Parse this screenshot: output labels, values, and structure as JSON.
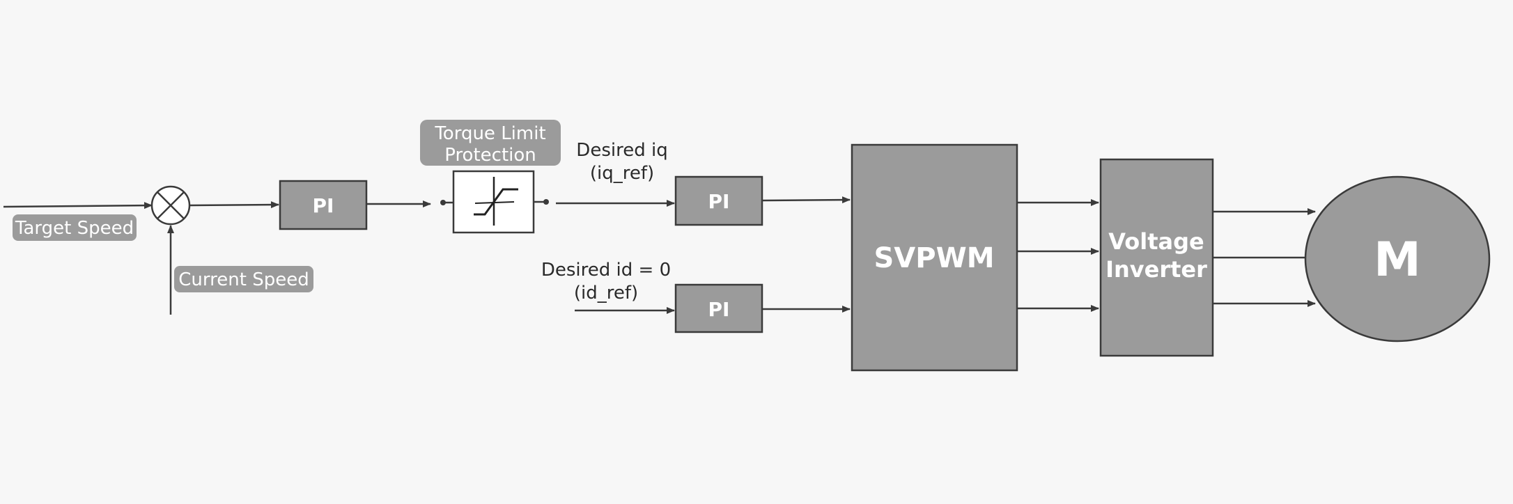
{
  "labels": {
    "target_speed": "Target Speed",
    "current_speed": "Current Speed",
    "torque_limit_line1": "Torque Limit",
    "torque_limit_line2": "Protection",
    "desired_iq_line1": "Desired iq",
    "desired_iq_line2": "(iq_ref)",
    "desired_id_line1": "Desired id = 0",
    "desired_id_line2": "(id_ref)"
  },
  "blocks": {
    "pi_speed": "PI",
    "pi_iq": "PI",
    "pi_id": "PI",
    "svpwm": "SVPWM",
    "inverter_line1": "Voltage",
    "inverter_line2": "Inverter",
    "motor": "M"
  },
  "colors": {
    "block_fill": "#9b9b9b",
    "line": "#3a3a3a",
    "background": "#f7f7f7"
  }
}
